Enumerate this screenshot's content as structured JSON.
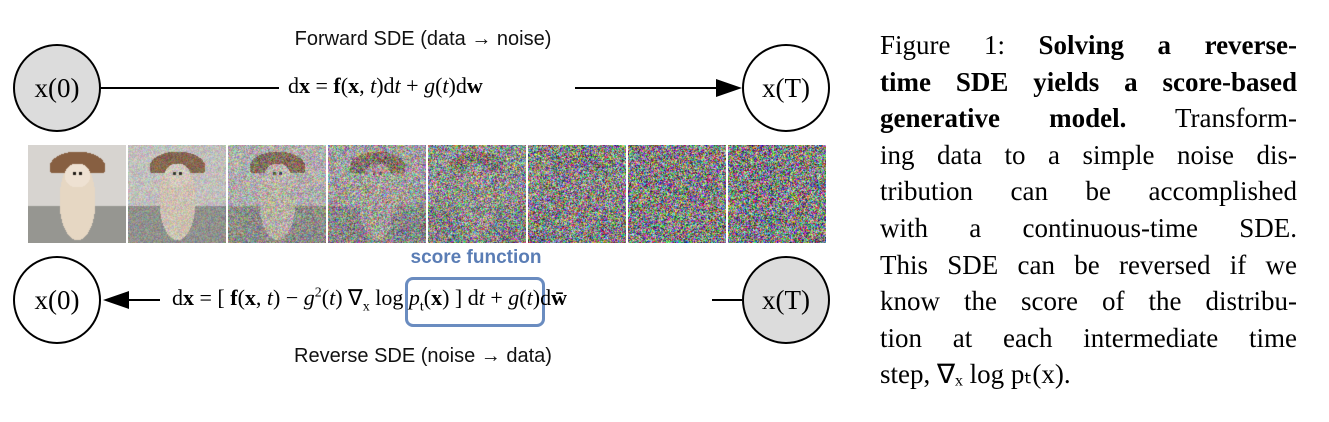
{
  "forward": {
    "title": "Forward SDE (data → noise)",
    "start_node": "x(0)",
    "end_node": "x(T)",
    "equation": [
      {
        "t": "d"
      },
      {
        "t": "x",
        "s": "b"
      },
      {
        "t": " = "
      },
      {
        "t": "f",
        "s": "b"
      },
      {
        "t": "("
      },
      {
        "t": "x",
        "s": "b"
      },
      {
        "t": ", "
      },
      {
        "t": "t",
        "s": "i"
      },
      {
        "t": ")d"
      },
      {
        "t": "t",
        "s": "i"
      },
      {
        "t": " + "
      },
      {
        "t": "g",
        "s": "i"
      },
      {
        "t": "("
      },
      {
        "t": "t",
        "s": "i"
      },
      {
        "t": ")d"
      },
      {
        "t": "w",
        "s": "b"
      }
    ]
  },
  "reverse": {
    "title": "Reverse SDE (noise → data)",
    "start_node": "x(T)",
    "end_node": "x(0)",
    "score_label": "score function",
    "equation": [
      {
        "t": "d"
      },
      {
        "t": "x",
        "s": "b"
      },
      {
        "t": " = [ "
      },
      {
        "t": "f",
        "s": "b"
      },
      {
        "t": "("
      },
      {
        "t": "x",
        "s": "b"
      },
      {
        "t": ", "
      },
      {
        "t": "t",
        "s": "i"
      },
      {
        "t": ") − "
      },
      {
        "t": "g",
        "s": "i"
      },
      {
        "t": "2",
        "s": "sup"
      },
      {
        "t": "("
      },
      {
        "t": "t",
        "s": "i"
      },
      {
        "t": ") ∇"
      },
      {
        "t": "x",
        "s": "sub"
      },
      {
        "t": " log "
      },
      {
        "t": "p",
        "s": "i"
      },
      {
        "t": "t",
        "s": "sub"
      },
      {
        "t": "("
      },
      {
        "t": "x",
        "s": "b"
      },
      {
        "t": ") ] d"
      },
      {
        "t": "t",
        "s": "i"
      },
      {
        "t": " + "
      },
      {
        "t": "g",
        "s": "i"
      },
      {
        "t": "("
      },
      {
        "t": "t",
        "s": "i"
      },
      {
        "t": ")d"
      },
      {
        "t": "w̄",
        "s": "b"
      }
    ]
  },
  "noise_levels": [
    0,
    0.25,
    0.45,
    0.65,
    0.82,
    0.93,
    0.98,
    1.0
  ],
  "caption": {
    "lines": [
      {
        "plain": "Figure 1:   ",
        "bold": "Solving a reverse-"
      },
      {
        "bold": "time SDE yields a score-based"
      },
      {
        "bold": "generative model.",
        "plain": " Transform-"
      },
      {
        "plain": "ing data to a simple noise dis-"
      },
      {
        "plain": "tribution can be accomplished"
      },
      {
        "plain": "with a continuous-time SDE."
      },
      {
        "plain": "This SDE can be reversed if we"
      },
      {
        "plain": "know the score of the distribu-"
      },
      {
        "plain": "tion at each intermediate time"
      },
      {
        "plain": "step, ∇ₓ log pₜ(x)."
      }
    ]
  }
}
